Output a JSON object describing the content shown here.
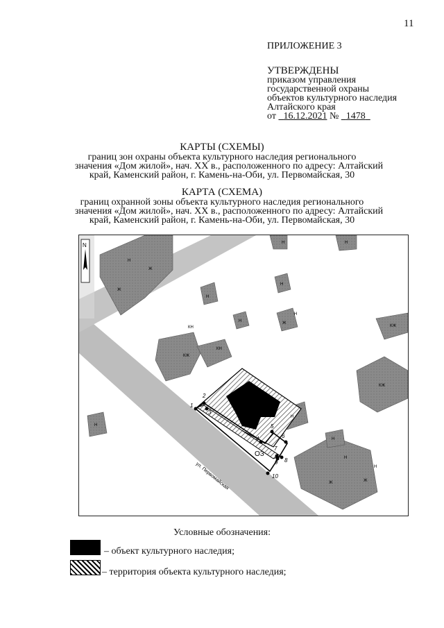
{
  "page_number": "11",
  "appendix": "ПРИЛОЖЕНИЕ 3",
  "approval": {
    "heading": "УТВЕРЖДЕНЫ",
    "line1": "приказом управления",
    "line2": "государственной охраны",
    "line3": "объектов культурного наследия",
    "line4": "Алтайского края",
    "date_prefix": "от",
    "date": "16.12.2021",
    "number_sign": "№",
    "number": "1478"
  },
  "section1": {
    "title": "КАРТЫ (СХЕМЫ)",
    "line1": "границ зон охраны объекта культурного наследия регионального",
    "line2": "значения «Дом жилой», нач. XX в., расположенного по адресу: Алтайский",
    "line3": "край, Каменский район, г. Камень-на-Оби, ул. Первомайская, 30"
  },
  "section2": {
    "title": "КАРТА (СХЕМА)",
    "line1": "границ охранной зоны объекта культурного наследия регионального",
    "line2": "значения «Дом жилой», нач. XX в., расположенного по адресу: Алтайский",
    "line3": "край, Каменский район, г. Камень-на-Оби, ул. Первомайская, 30"
  },
  "map": {
    "north_label": "N",
    "street_label": "ул. Первомайская",
    "zone_label": "ОЗ",
    "point_labels": [
      "1",
      "2",
      "3",
      "4",
      "5",
      "6",
      "7",
      "8",
      "9",
      "10"
    ],
    "building_labels": [
      "Н",
      "Н",
      "Ж",
      "Ж",
      "Н",
      "Н",
      "Н",
      "Ж",
      "Н",
      "Н",
      "КН",
      "КЖ",
      "КН",
      "КЖ",
      "КЖ",
      "Н",
      "Н",
      "Н",
      "Н",
      "Ж",
      "Ж",
      "Н"
    ]
  },
  "legend": {
    "heading": "Условные обозначения:",
    "item1": "– объект культурного наследия;",
    "item2": "– территория объекта культурного наследия;"
  },
  "colors": {
    "building": "#7a7a7a",
    "road": "#bcbcbc",
    "heritage": "#000000"
  }
}
